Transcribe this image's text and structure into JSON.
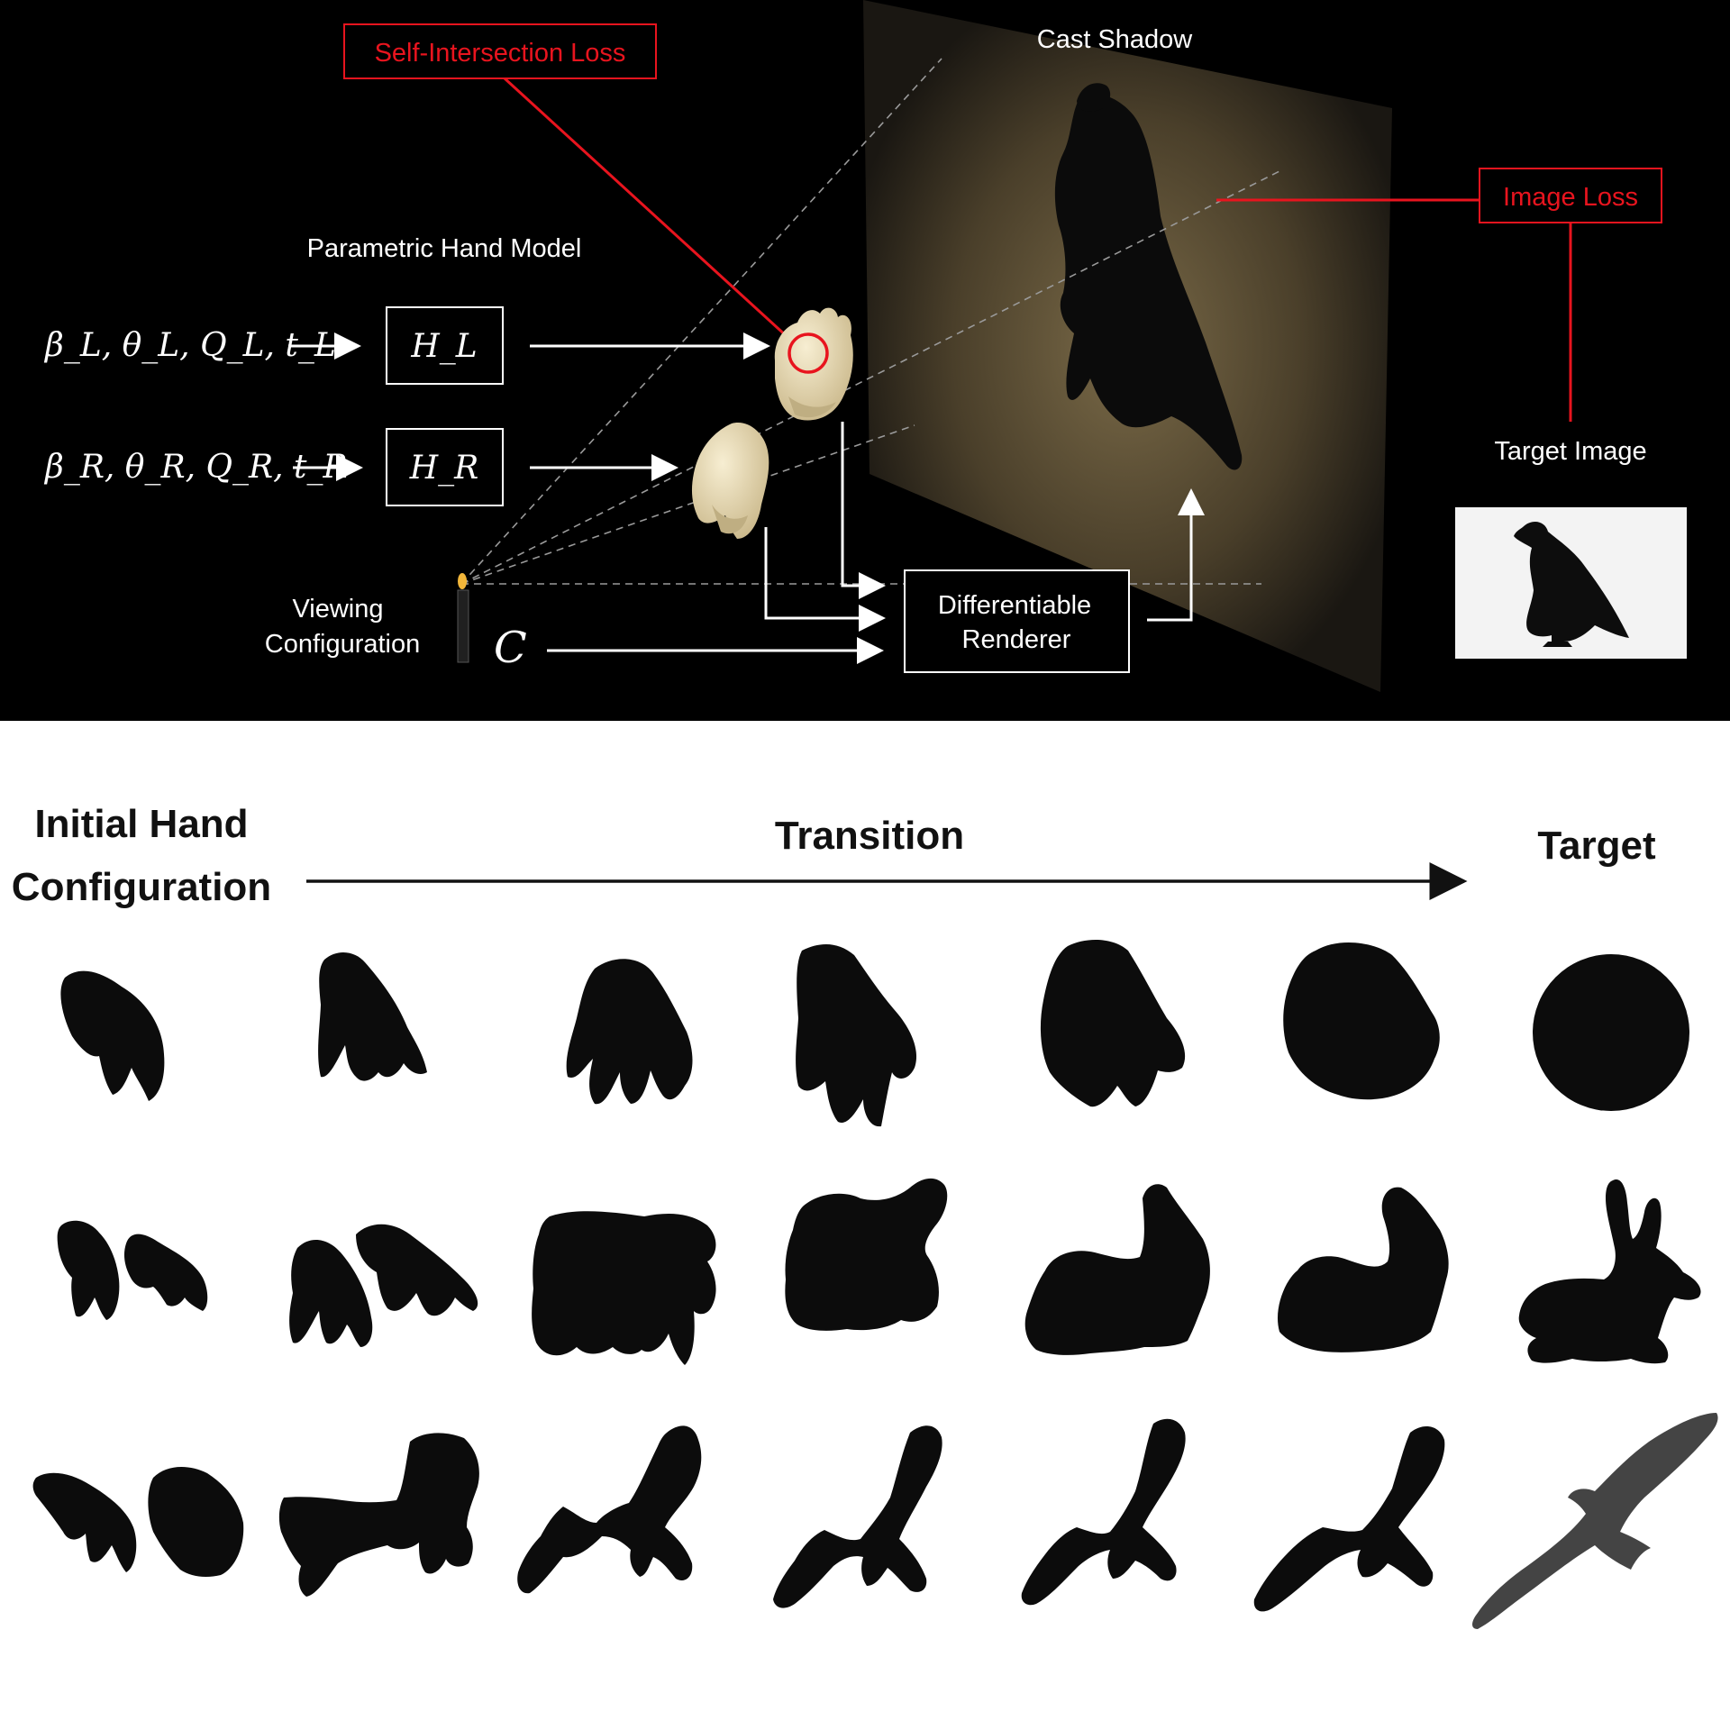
{
  "pipeline": {
    "self_intersection_loss": "Self-Intersection Loss",
    "cast_shadow": "Cast Shadow",
    "image_loss": "Image Loss",
    "parametric_hand_model": "Parametric Hand Model",
    "left_params": "β_L, θ_L, Q_L, t_L",
    "right_params": "β_R, θ_R, Q_R, t_R",
    "left_model": "H_L",
    "right_model": "H_R",
    "viewing_line1": "Viewing",
    "viewing_line2": "Configuration",
    "camera_symbol": "C",
    "renderer_line1": "Differentiable",
    "renderer_line2": "Renderer",
    "target_image": "Target Image",
    "colors": {
      "loss_red": "#e8141e",
      "background": "#000000",
      "hand_skin": "#efe3bf"
    },
    "icons": [
      "candle-light-icon",
      "vulture-silhouette"
    ]
  },
  "results": {
    "initial_line1": "Initial Hand",
    "initial_line2": "Configuration",
    "transition": "Transition",
    "target": "Target",
    "rows": [
      {
        "target_shape": "circle"
      },
      {
        "target_shape": "rabbit"
      },
      {
        "target_shape": "bird"
      }
    ]
  }
}
